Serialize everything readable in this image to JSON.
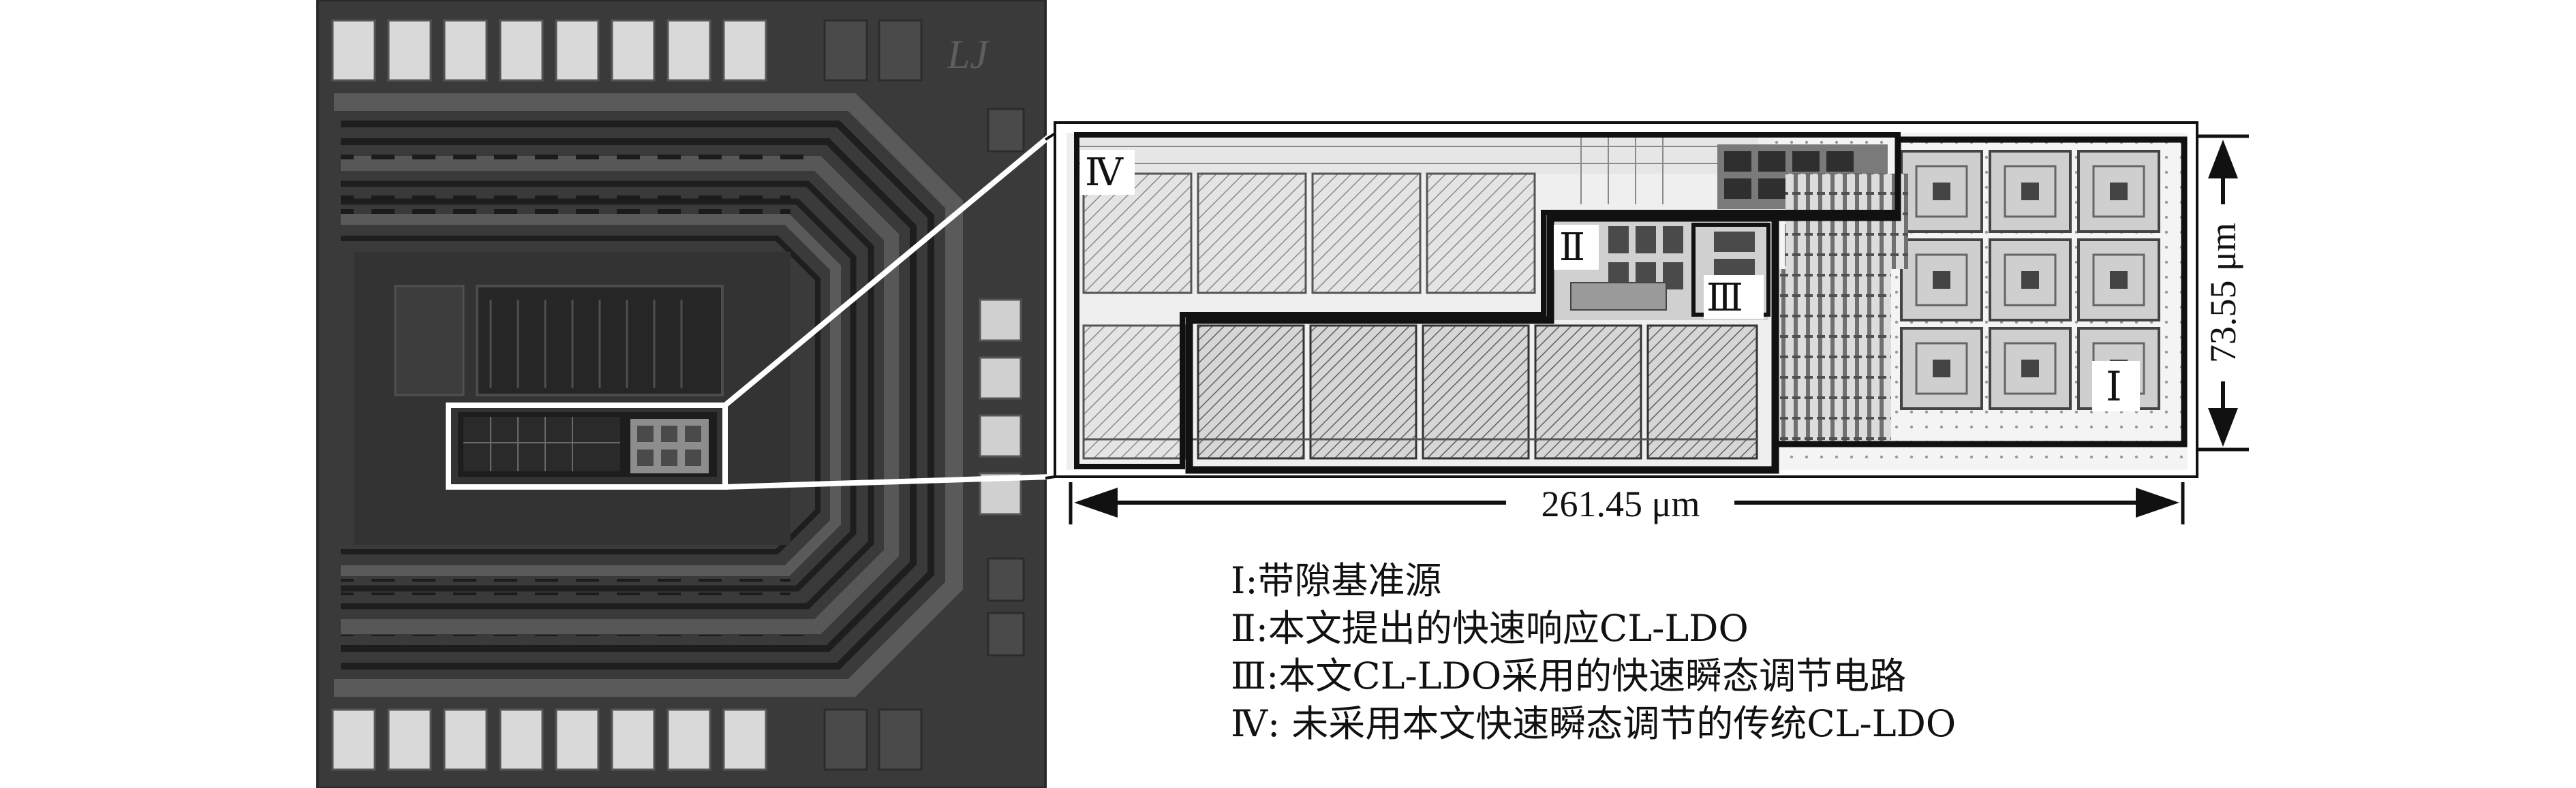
{
  "die_marking": "LJ",
  "regions": {
    "r1": "Ⅰ",
    "r2": "Ⅱ",
    "r3": "Ⅲ",
    "r4": "Ⅳ"
  },
  "dimensions": {
    "width": "261.45 μm",
    "height": "73.55 μm"
  },
  "legend": [
    "Ⅰ:带隙基准源",
    "Ⅱ:本文提出的快速响应CL-LDO",
    "Ⅲ:本文CL-LDO采用的快速瞬态调节电路",
    "Ⅳ: 未采用本文快速瞬态调节的传统CL-LDO"
  ],
  "colors": {
    "die_bg": "#3a3a3a",
    "pad": "#d9d9d9",
    "layout_bg": "#f2f2f2",
    "outline": "#111111"
  }
}
